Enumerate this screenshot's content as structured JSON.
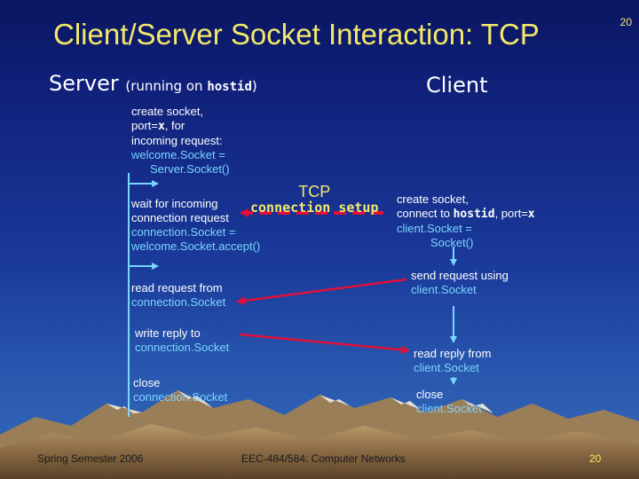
{
  "slide": {
    "title": "Client/Server Socket Interaction: TCP",
    "slide_number": "20"
  },
  "server": {
    "heading": "Server",
    "running_prefix": "(running on ",
    "host": "hostid",
    "running_suffix": ")",
    "step1": {
      "l1": "create socket,",
      "l2a": "port=",
      "l2b": "x",
      "l2c": ", for",
      "l3": "incoming request:",
      "l4": "welcome.Socket =",
      "l5": "Server.Socket()"
    },
    "step2": {
      "l1": "wait for incoming",
      "l2": "connection request",
      "l3": "connection.Socket =",
      "l4": "welcome.Socket.accept()"
    },
    "step3": {
      "l1": "read request from",
      "l2": "connection.Socket"
    },
    "step4": {
      "l1": "write reply to",
      "l2": "connection.Socket"
    },
    "step5": {
      "l1": "close",
      "l2": "connection.Socket"
    }
  },
  "client": {
    "heading": "Client",
    "step1": {
      "l1": "create socket,",
      "l2a": "connect to ",
      "l2b": "hostid",
      "l2c": ", port=",
      "l2d": "x",
      "l3": "client.Socket =",
      "l4": "Socket()"
    },
    "step2": {
      "l1": "send request using",
      "l2": "client.Socket"
    },
    "step3": {
      "l1": "read reply from",
      "l2": "client.Socket"
    },
    "step4": {
      "l1": "close",
      "l2": "client.Socket"
    }
  },
  "tcp": {
    "label1": "TCP",
    "label2": "connection setup"
  },
  "footer": {
    "left": "Spring Semester 2006",
    "middle": "EEC-484/584: Computer Networks",
    "right": "20"
  },
  "colors": {
    "title": "#f4e86a",
    "arrow": "#e0103a",
    "flow_line": "#7ad6ff",
    "background_top": "#0a1660",
    "background_bottom": "#3a6ab8"
  }
}
